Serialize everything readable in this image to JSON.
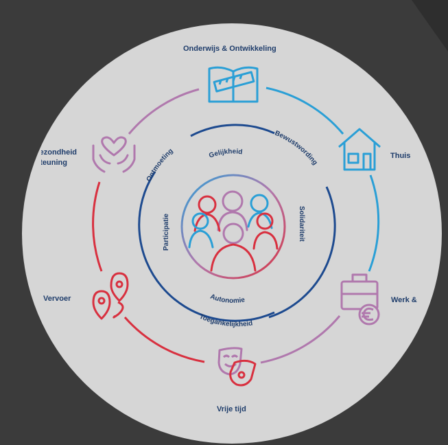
{
  "outer": {
    "top": "Onderwijs & Ontwikkeling",
    "right_upper": "Thuis",
    "right_lower": "Werk &",
    "bottom": "Vrije tijd",
    "left_lower": "Vervoer",
    "left_upper_1": "Gezondheid",
    "left_upper_2": "Zorg & Ondersteuning"
  },
  "middle_ring": {
    "top_left": "Ontmoeting",
    "top_right": "Bewustwording",
    "bottom": "Toegankelijkheid"
  },
  "inner": {
    "top": "Gelijkheid",
    "bottom": "Autonomie",
    "left": "Participatie",
    "right": "Solidariteit"
  },
  "icons": {
    "top": "book-ruler-icon",
    "right_upper": "house-icon",
    "right_lower": "briefcase-euro-icon",
    "bottom": "theatre-masks-icon",
    "left_lower": "route-pins-icon",
    "left_upper": "heart-hands-icon",
    "center": "people-group-icon"
  },
  "colors": {
    "background": "#3b3b3b",
    "disc": "#d6d6d6",
    "dark_blue": "#1f3d6b",
    "navy": "#1d4a8f",
    "light_blue": "#2a9fd6",
    "purple": "#b078ad",
    "red": "#d8303f"
  }
}
